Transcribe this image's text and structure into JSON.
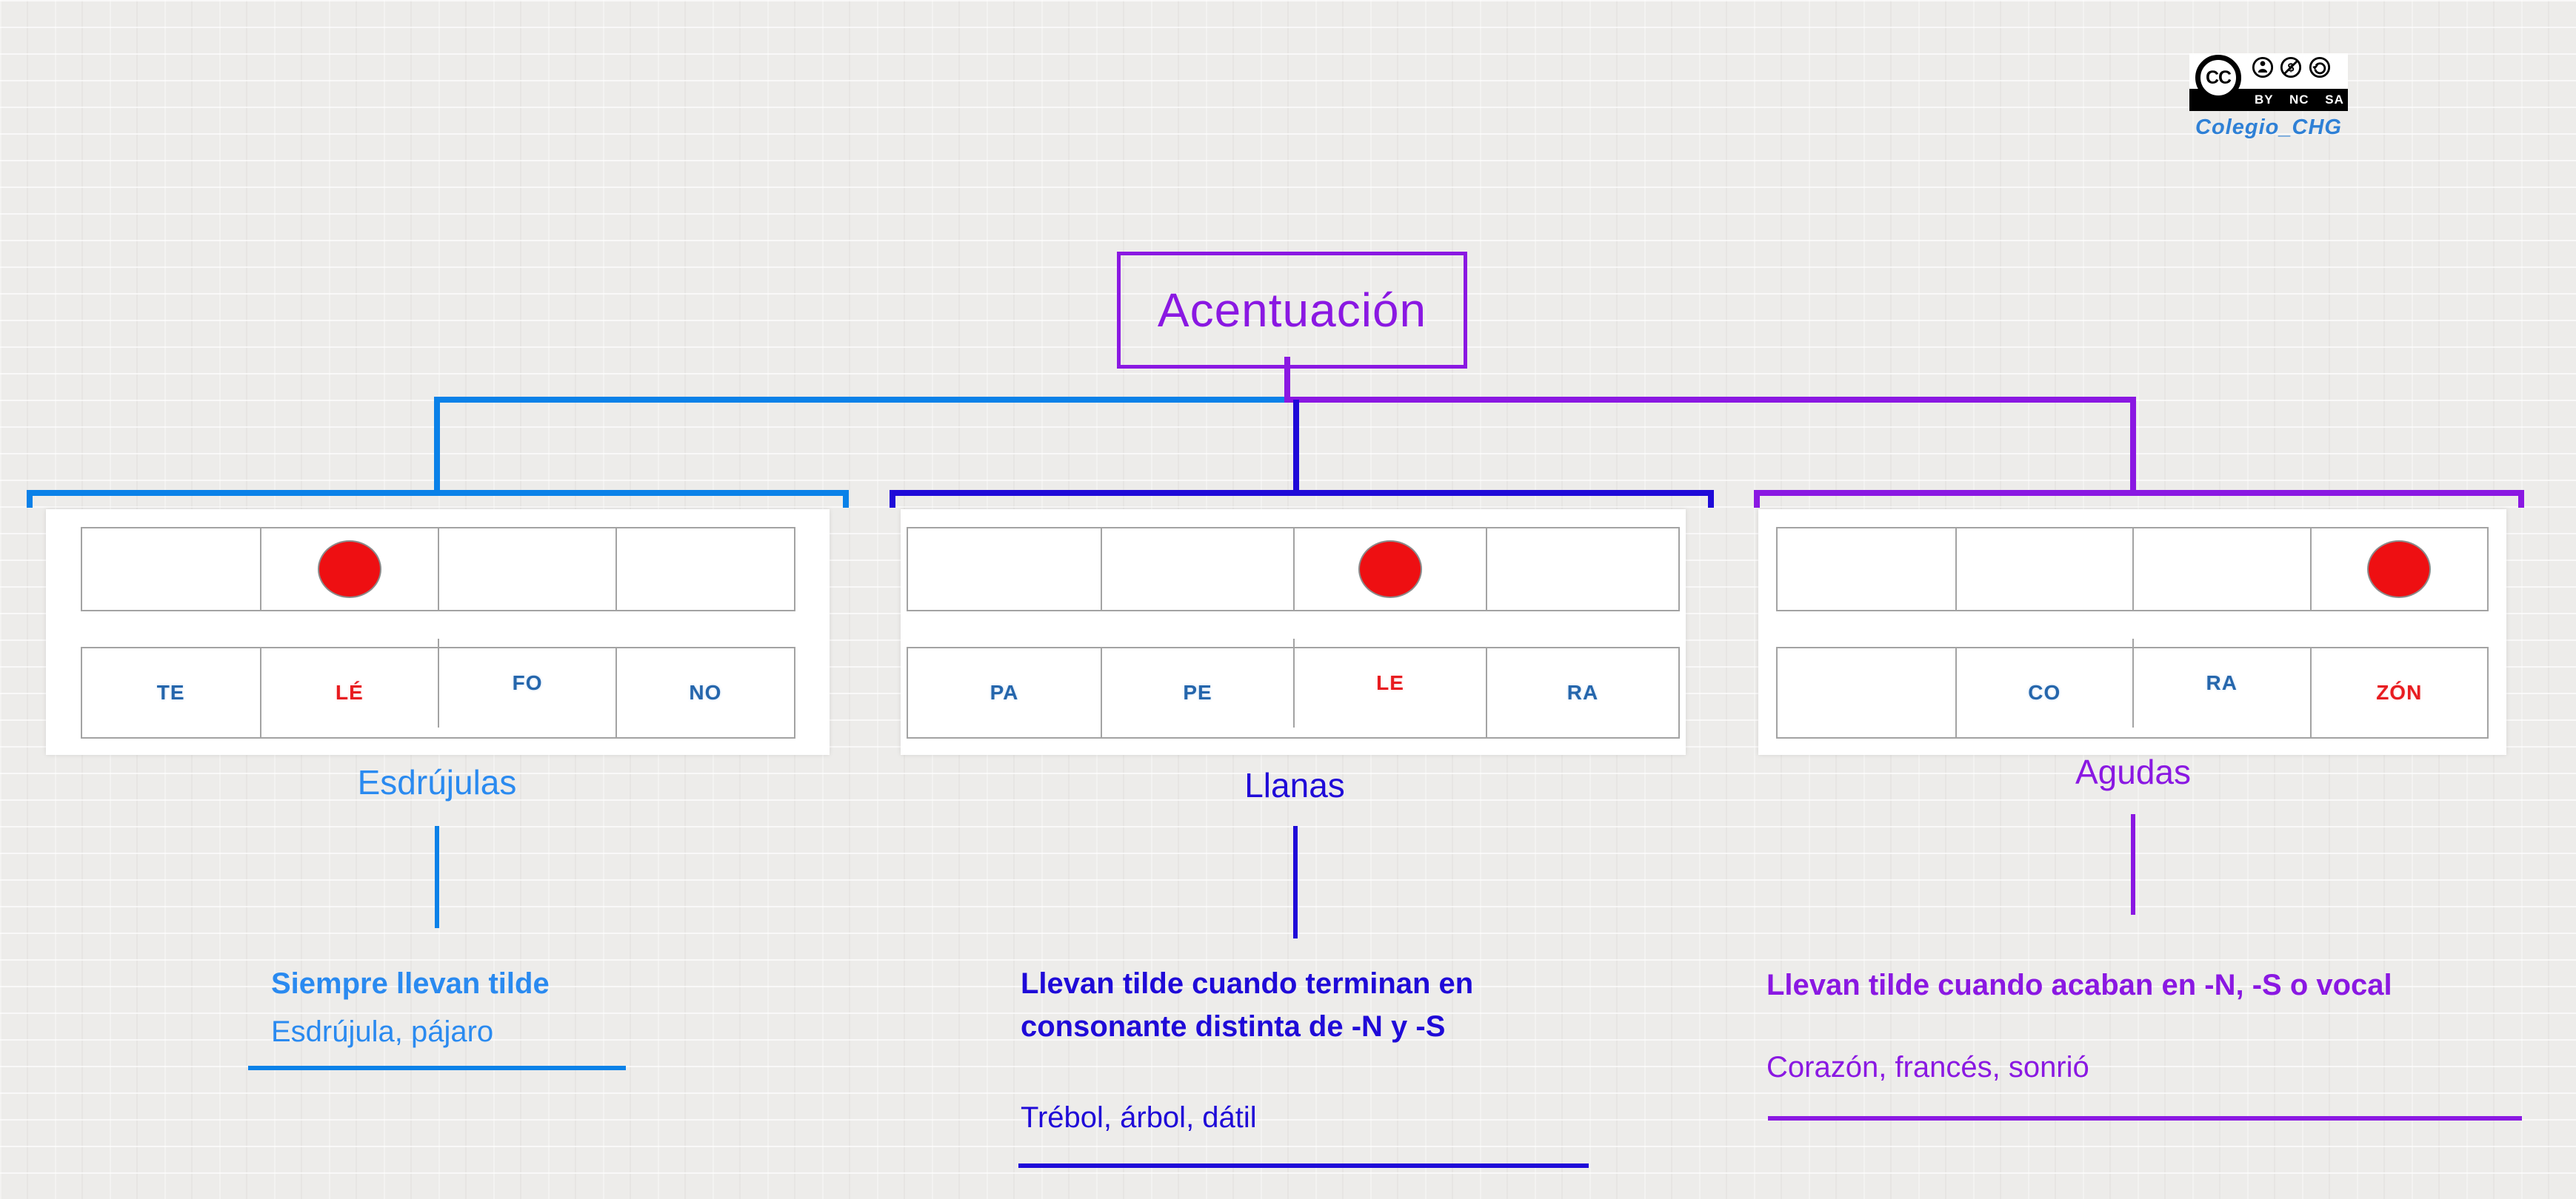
{
  "title": "Acentuación",
  "badge": {
    "cc_label": "CC",
    "license_terms": "BY NC SA",
    "credit": "Colegio_CHG"
  },
  "colors": {
    "blue_line": "#0a81e8",
    "blue_text": "#2a8af0",
    "navy": "#1f0ad8",
    "purple": "#8a18e2",
    "syllable_blue": "#2566ac",
    "stress_red": "#e81c20",
    "dot_red": "#ee0f12",
    "table_border": "#a3a3a3",
    "card_bg": "#ffffff",
    "credit_blue": "#2e80d6"
  },
  "branches": [
    {
      "id": "esdrujulas",
      "label": "Esdrújulas",
      "syllables": [
        "TE",
        "LÉ",
        "FO",
        "NO"
      ],
      "dot_index": 1,
      "red_index": 1,
      "raised_index": 2,
      "rule": "Siempre llevan tilde",
      "examples": "Esdrújula, pájaro"
    },
    {
      "id": "llanas",
      "label": "Llanas",
      "syllables": [
        "PA",
        "PE",
        "LE",
        "RA"
      ],
      "dot_index": 2,
      "red_index": 2,
      "raised_index": 2,
      "rule": "Llevan tilde cuando terminan en consonante distinta de -N y -S",
      "examples": "Trébol, árbol, dátil"
    },
    {
      "id": "agudas",
      "label": "Agudas",
      "syllables": [
        "",
        "CO",
        "RA",
        "ZÓN"
      ],
      "dot_index": 3,
      "red_index": 3,
      "raised_index": 2,
      "rule": "Llevan tilde cuando acaban en -N, -S o vocal",
      "examples": "Corazón, francés, sonrió"
    }
  ]
}
